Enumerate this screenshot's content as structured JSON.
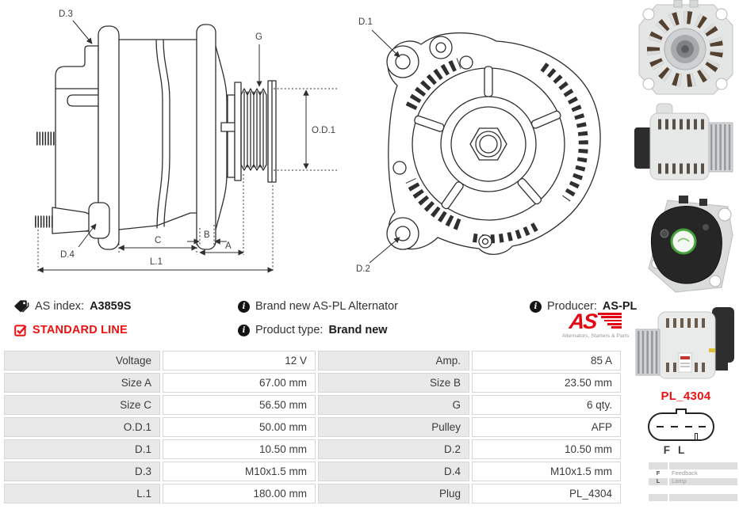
{
  "info": {
    "as_index_label": "AS index:",
    "as_index_value": "A3859S",
    "standard_line": "STANDARD LINE",
    "brand_new": "Brand new AS-PL Alternator",
    "product_type_label": "Product type:",
    "product_type_value": "Brand new",
    "producer_label": "Producer:",
    "producer_value": "AS-PL",
    "logo": {
      "text": "AS",
      "tagline": "Alternators, Starters & Parts"
    }
  },
  "drawing_labels": {
    "d1": "D.1",
    "d2": "D.2",
    "d3": "D.3",
    "d4": "D.4",
    "g": "G",
    "od1": "O.D.1",
    "a": "A",
    "b": "B",
    "c": "C",
    "l1": "L.1"
  },
  "spec_table": {
    "rows": [
      {
        "label_left": "Voltage",
        "value_left": "12 V",
        "label_right": "Amp.",
        "value_right": "85 A"
      },
      {
        "label_left": "Size A",
        "value_left": "67.00 mm",
        "label_right": "Size B",
        "value_right": "23.50 mm"
      },
      {
        "label_left": "Size C",
        "value_left": "56.50 mm",
        "label_right": "G",
        "value_right": "6 qty."
      },
      {
        "label_left": "O.D.1",
        "value_left": "50.00 mm",
        "label_right": "Pulley",
        "value_right": "AFP"
      },
      {
        "label_left": "D.1",
        "value_left": "10.50 mm",
        "label_right": "D.2",
        "value_right": "10.50 mm"
      },
      {
        "label_left": "D.3",
        "value_left": "M10x1.5 mm",
        "label_right": "D.4",
        "value_right": "M10x1.5 mm"
      },
      {
        "label_left": "L.1",
        "value_left": "180.00 mm",
        "label_right": "Plug",
        "value_right": "PL_4304"
      }
    ]
  },
  "plug": {
    "title": "PL_4304",
    "pins": [
      "F",
      "L"
    ],
    "legend": [
      {
        "pin": "F",
        "desc": "Feedback"
      },
      {
        "pin": "L",
        "desc": "Lamp"
      }
    ]
  },
  "icons": {
    "as_index": "tag-icon",
    "info": "info-circle-icon",
    "standard_line": "checkbox-checked-icon"
  },
  "colors": {
    "accent_red": "#ed1111",
    "logo_red": "#e30613",
    "drawing_line": "#2f2f2f",
    "table_label_bg": "#e9e9e9",
    "table_border": "#d6d6d6"
  }
}
